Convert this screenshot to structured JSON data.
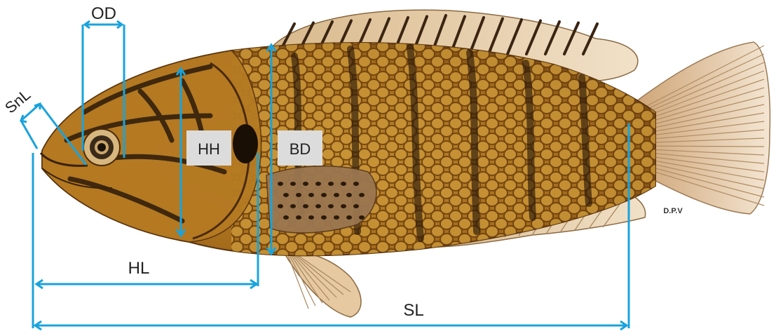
{
  "labels": {
    "od": "OD",
    "snl": "SnL",
    "hh": "HH",
    "bd": "BD",
    "hl": "HL",
    "sl": "SL",
    "signature": "D.P.V"
  },
  "colors": {
    "measure_line": "#1aa3dc",
    "label_box": "#dcdcdc",
    "label_text": "#222222",
    "body": "#b47a1c",
    "body_dark": "#7a4c12",
    "stripe": "#2b1a0a",
    "fin": "#e8d2b0",
    "fin_ray": "#a8875e"
  }
}
